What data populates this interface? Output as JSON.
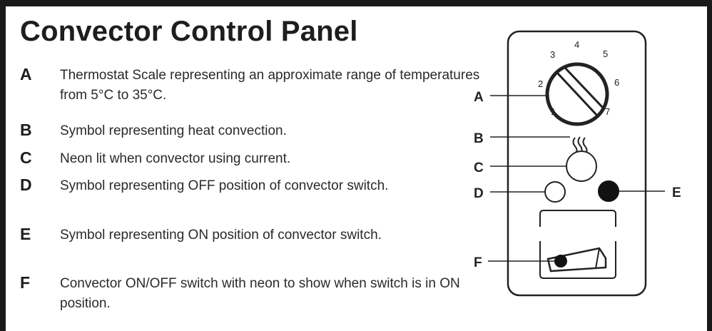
{
  "title": "Convector Control Panel",
  "items": [
    {
      "letter": "A",
      "text": "Thermostat Scale representing an approximate range of temperatures from 5°C to 35°C."
    },
    {
      "letter": "B",
      "text": "Symbol representing heat convection."
    },
    {
      "letter": "C",
      "text": "Neon lit when convector using current."
    },
    {
      "letter": "D",
      "text": "Symbol representing OFF position of convector switch."
    },
    {
      "letter": "E",
      "text": "Symbol representing ON position of convector switch."
    },
    {
      "letter": "F",
      "text": "Convector ON/OFF switch with neon to show when switch is in ON position."
    }
  ],
  "diagram": {
    "dial_numbers": [
      "1",
      "2",
      "3",
      "4",
      "5",
      "6",
      "7"
    ],
    "callouts": [
      "A",
      "B",
      "C",
      "D",
      "E",
      "F"
    ]
  }
}
